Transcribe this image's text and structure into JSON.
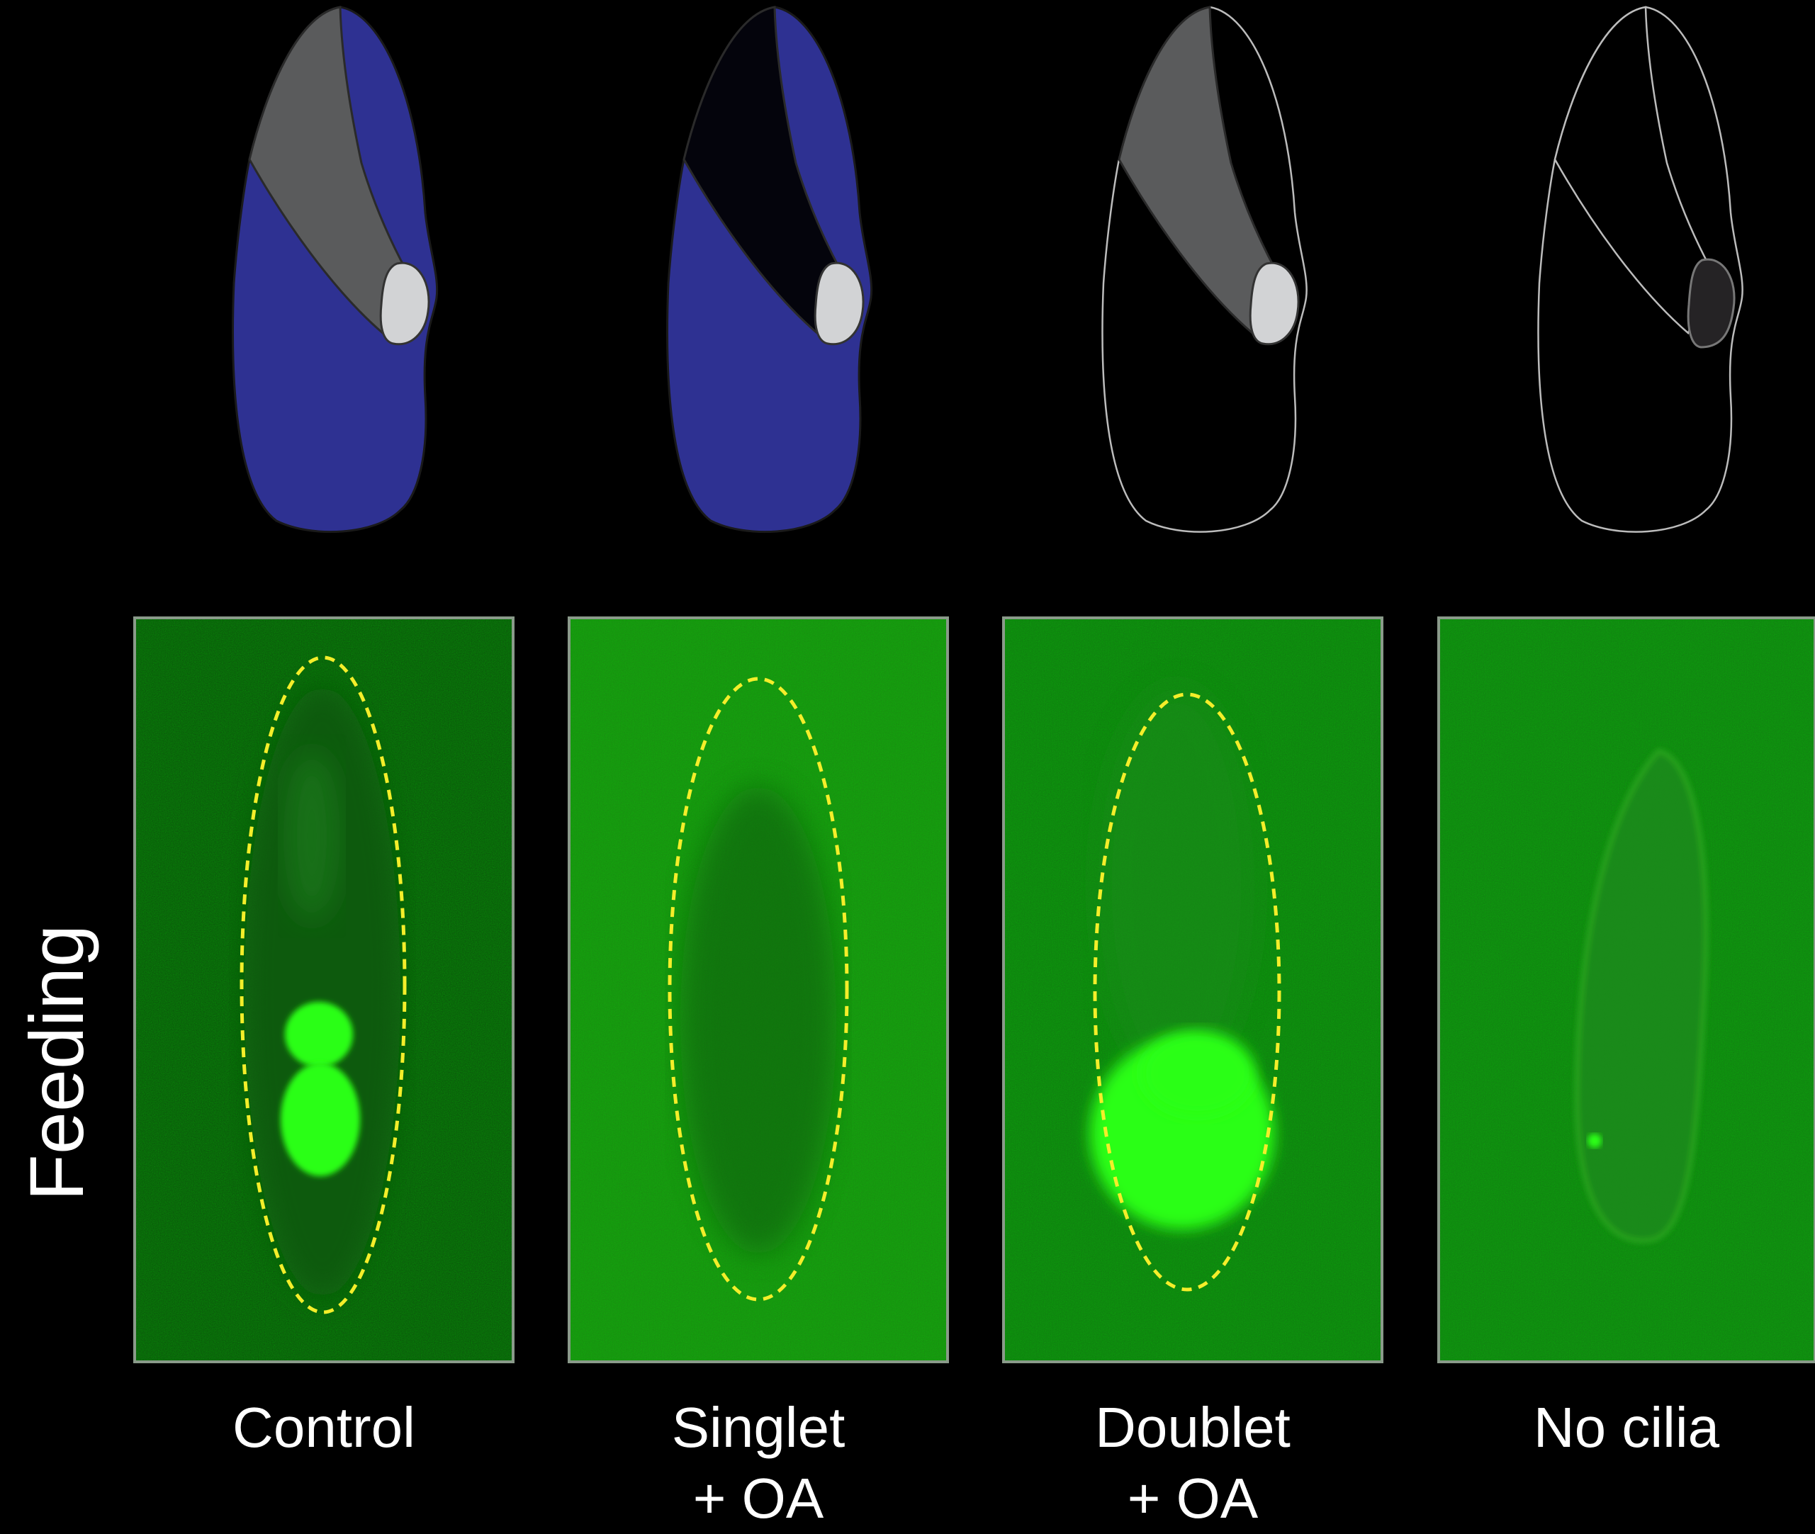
{
  "row_label": "Feeding",
  "panels": [
    {
      "line1": "Control",
      "line2": ""
    },
    {
      "line1": "Singlet",
      "line2": "+ OA"
    },
    {
      "line1": "Doublet",
      "line2": "+ OA"
    },
    {
      "line1": "No cilia",
      "line2": ""
    }
  ],
  "colors": {
    "background": "#000000",
    "body_blue": "#2e3192",
    "oral_gray": "#5a5b5c",
    "oral_dark": "#04040c",
    "vacuole_light": "#d2d3d5",
    "vacuole_dark": "#252325",
    "micrograph_bg": "#0d4a0d",
    "fluorescence": "#2cff12",
    "outline_yellow": "#f4ee2a"
  }
}
